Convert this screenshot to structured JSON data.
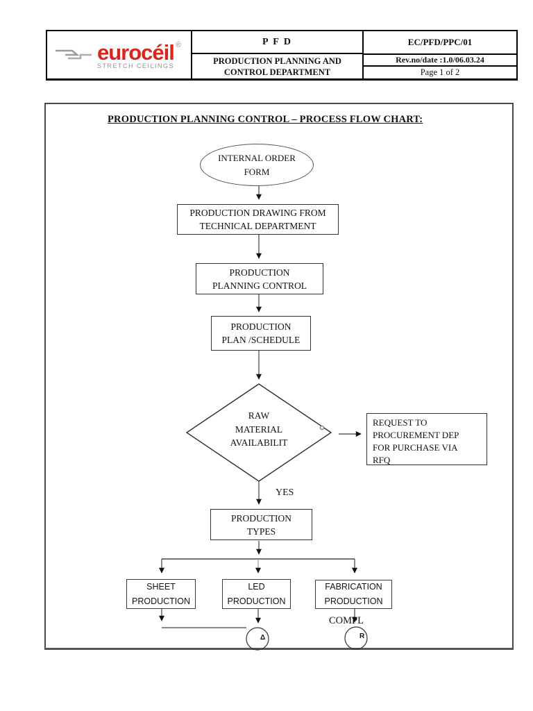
{
  "header": {
    "logo": {
      "brand": "eurocéil",
      "registered_mark": "®",
      "tagline": "STRETCH CEILINGS",
      "brand_color": "#d9251d",
      "gray": "#8f8f8f"
    },
    "doc_type": "P F D",
    "doc_code": "EC/PFD/PPC/01",
    "department": "PRODUCTION PLANNING AND\nCONTROL DEPARTMENT",
    "revision": "Rev.no/date :1.0/06.03.24",
    "page_number": "Page 1 of 2"
  },
  "flowchart": {
    "title": "PRODUCTION PLANNING CONTROL – PROCESS FLOW CHART:",
    "type": "flowchart",
    "nodes": {
      "internal_order": "INTERNAL ORDER\nFORM",
      "production_drawing": "PRODUCTION DRAWING FROM\nTECHNICAL DEPARTMENT",
      "planning_control": "PRODUCTION\nPLANNING CONTROL",
      "plan_schedule": "PRODUCTION\nPLAN /SCHEDULE",
      "raw_material_decision": "RAW\nMATERIAL\nAVAILABILIT\nY",
      "request_procurement": "REQUEST TO\nPROCUREMENT DEP\nFOR PURCHASE VIA\nRFQ",
      "production_types": "PRODUCTION\nTYPES",
      "sheet_production": "SHEET\nPRODUCTION",
      "led_production": "LED\nPRODUCTION",
      "fabrication_production": "FABRICATION\nPRODUCTION"
    },
    "labels": {
      "yes": "YES",
      "compl": "COMPL",
      "connector_a": "Δ",
      "connector_r": "R"
    },
    "edges": [
      "internal_order -> production_drawing",
      "production_drawing -> planning_control",
      "planning_control -> plan_schedule",
      "plan_schedule -> raw_material_decision",
      "raw_material_decision -> request_procurement",
      "raw_material_decision -> production_types (YES)",
      "production_types -> sheet_production",
      "production_types -> led_production",
      "production_types -> fabrication_production",
      "sheet_production -> connector_a",
      "led_production -> connector_a",
      "fabrication_production -> connector_r (COMPL)"
    ]
  }
}
